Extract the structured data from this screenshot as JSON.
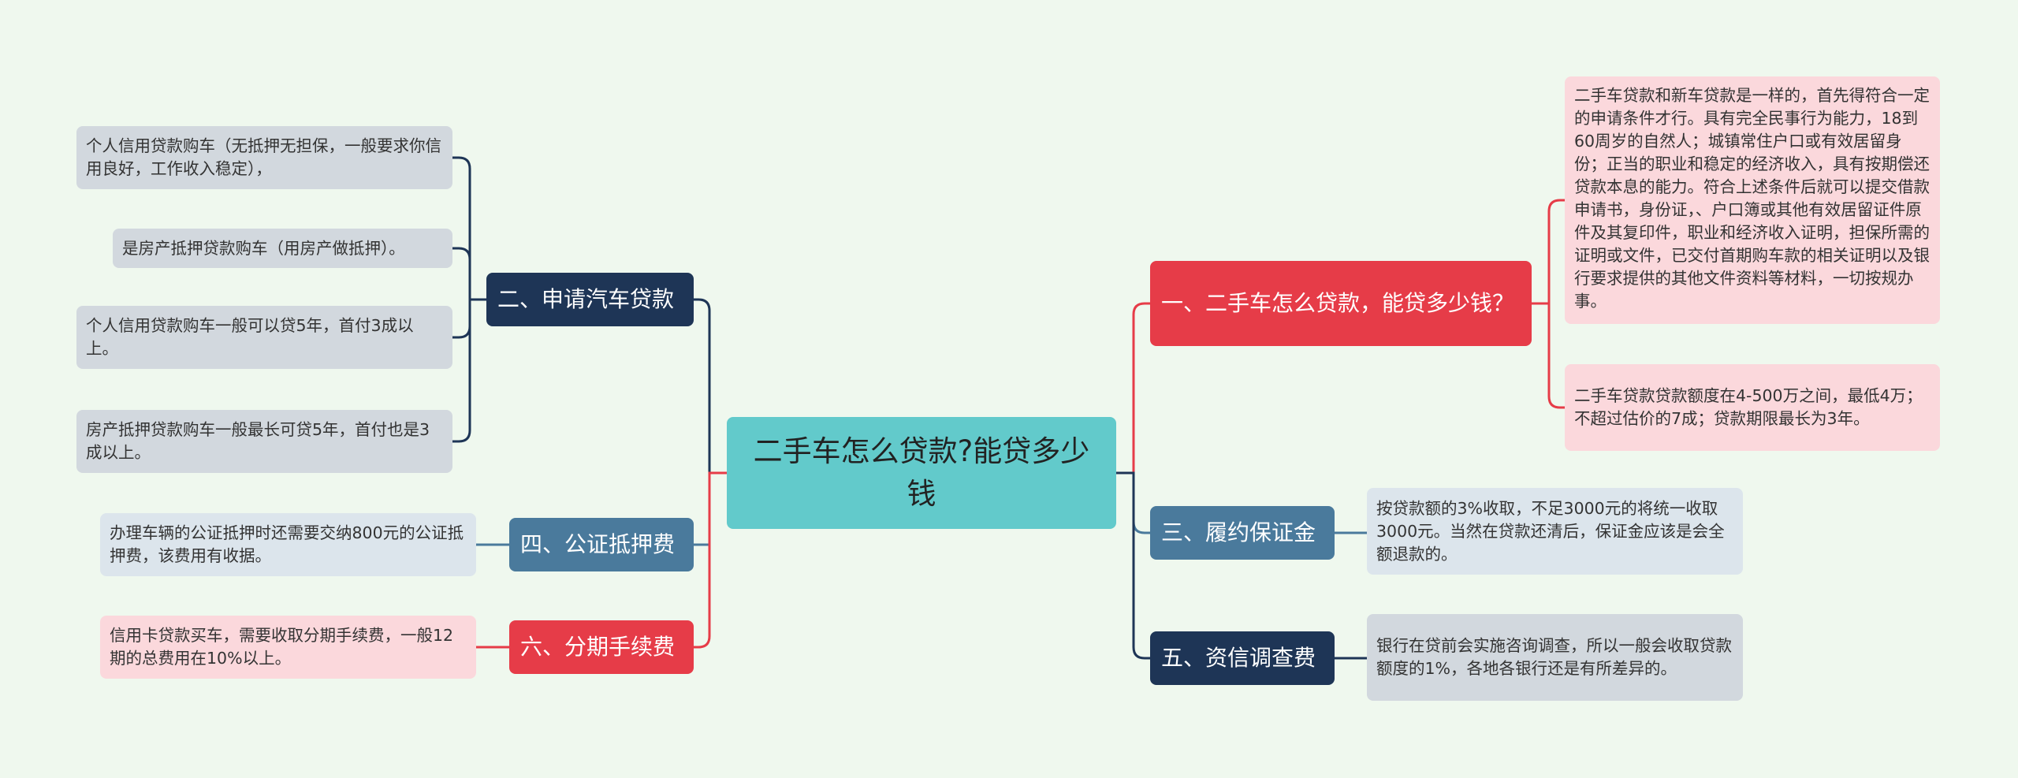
{
  "title": "二手车怎么贷款?能贷多少钱",
  "colors": {
    "background": "#eff8ee",
    "root": "#62cacb",
    "navy": "#1e3556",
    "red": "#e63c48",
    "steel": "#4a7a9c",
    "leaf_gray": "#d2d8de",
    "leaf_pink": "#fbd8dc",
    "leaf_light": "#dce5ec"
  },
  "branches": {
    "b1": {
      "label": "一、二手车怎么贷款，能贷多少钱？",
      "leaves": [
        "二手车贷款和新车贷款是一样的，首先得符合一定的申请条件才行。具有完全民事行为能力，18到60周岁的自然人；城镇常住户口或有效居留身份；正当的职业和稳定的经济收入，具有按期偿还贷款本息的能力。符合上述条件后就可以提交借款申请书，身份证，、户口簿或其他有效居留证件原件及其复印件，职业和经济收入证明，担保所需的证明或文件，已交付首期购车款的相关证明以及银行要求提供的其他文件资料等材料，一切按规办事。",
        "二手车贷款贷款额度在4-500万之间，最低4万；不超过估价的7成；贷款期限最长为3年。"
      ]
    },
    "b2": {
      "label": "二、申请汽车贷款",
      "leaves": [
        "个人信用贷款购车（无抵押无担保，一般要求你信用良好，工作收入稳定），",
        "是房产抵押贷款购车（用房产做抵押）。",
        "个人信用贷款购车一般可以贷5年，首付3成以上。",
        "房产抵押贷款购车一般最长可贷5年，首付也是3成以上。"
      ]
    },
    "b3": {
      "label": "三、履约保证金",
      "leaves": [
        "按贷款额的3%收取，不足3000元的将统一收取3000元。当然在贷款还清后，保证金应该是会全额退款的。"
      ]
    },
    "b4": {
      "label": "四、公证抵押费",
      "leaves": [
        "办理车辆的公证抵押时还需要交纳800元的公证抵押费，该费用有收据。"
      ]
    },
    "b5": {
      "label": "五、资信调查费",
      "leaves": [
        "银行在贷前会实施咨询调查，所以一般会收取贷款额度的1%，各地各银行还是有所差异的。"
      ]
    },
    "b6": {
      "label": "六、分期手续费",
      "leaves": [
        "信用卡贷款买车，需要收取分期手续费，一般12期的总费用在10%以上。"
      ]
    }
  }
}
